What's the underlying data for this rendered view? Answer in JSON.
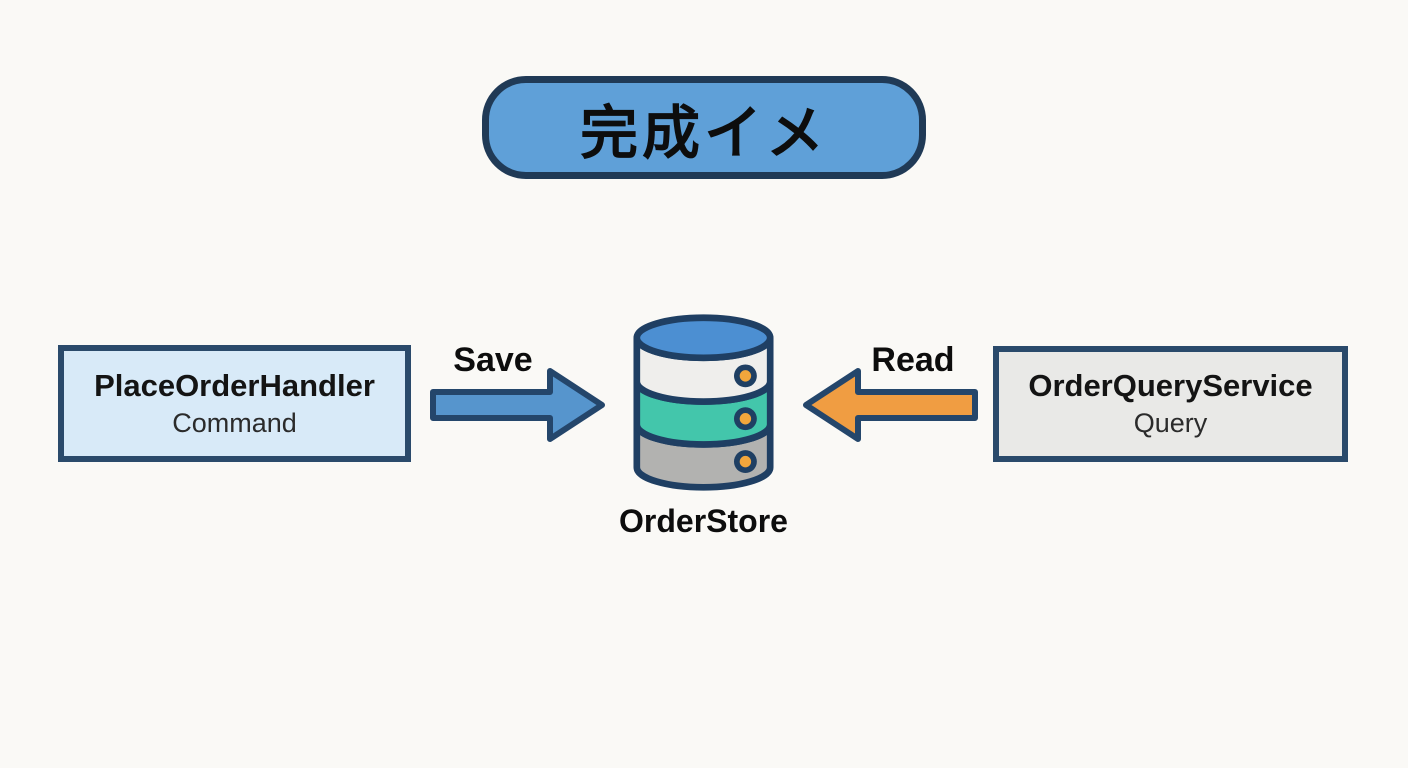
{
  "title": {
    "label": "完成イメ"
  },
  "nodes": {
    "left": {
      "title": "PlaceOrderHandler",
      "subtitle": "Command"
    },
    "right": {
      "title": "OrderQueryService",
      "subtitle": "Query"
    },
    "database": {
      "label": "OrderStore"
    }
  },
  "arrows": {
    "save": {
      "label": "Save",
      "direction": "right"
    },
    "read": {
      "label": "Read",
      "direction": "left"
    }
  },
  "colors": {
    "background": "#faf9f6",
    "outline": "#24466b",
    "title_fill": "#5fa0d8",
    "left_box_fill": "#d8eaf8",
    "right_box_fill": "#e9e9e7",
    "arrow_save_fill": "#5695cd",
    "arrow_read_fill": "#f09d42",
    "db_top_fill": "#4c8fd2",
    "db_band_white": "#efeeec",
    "db_band_teal": "#43c6ab",
    "db_band_gray": "#b2b2b0",
    "db_dot_fill": "#f2a63c"
  }
}
